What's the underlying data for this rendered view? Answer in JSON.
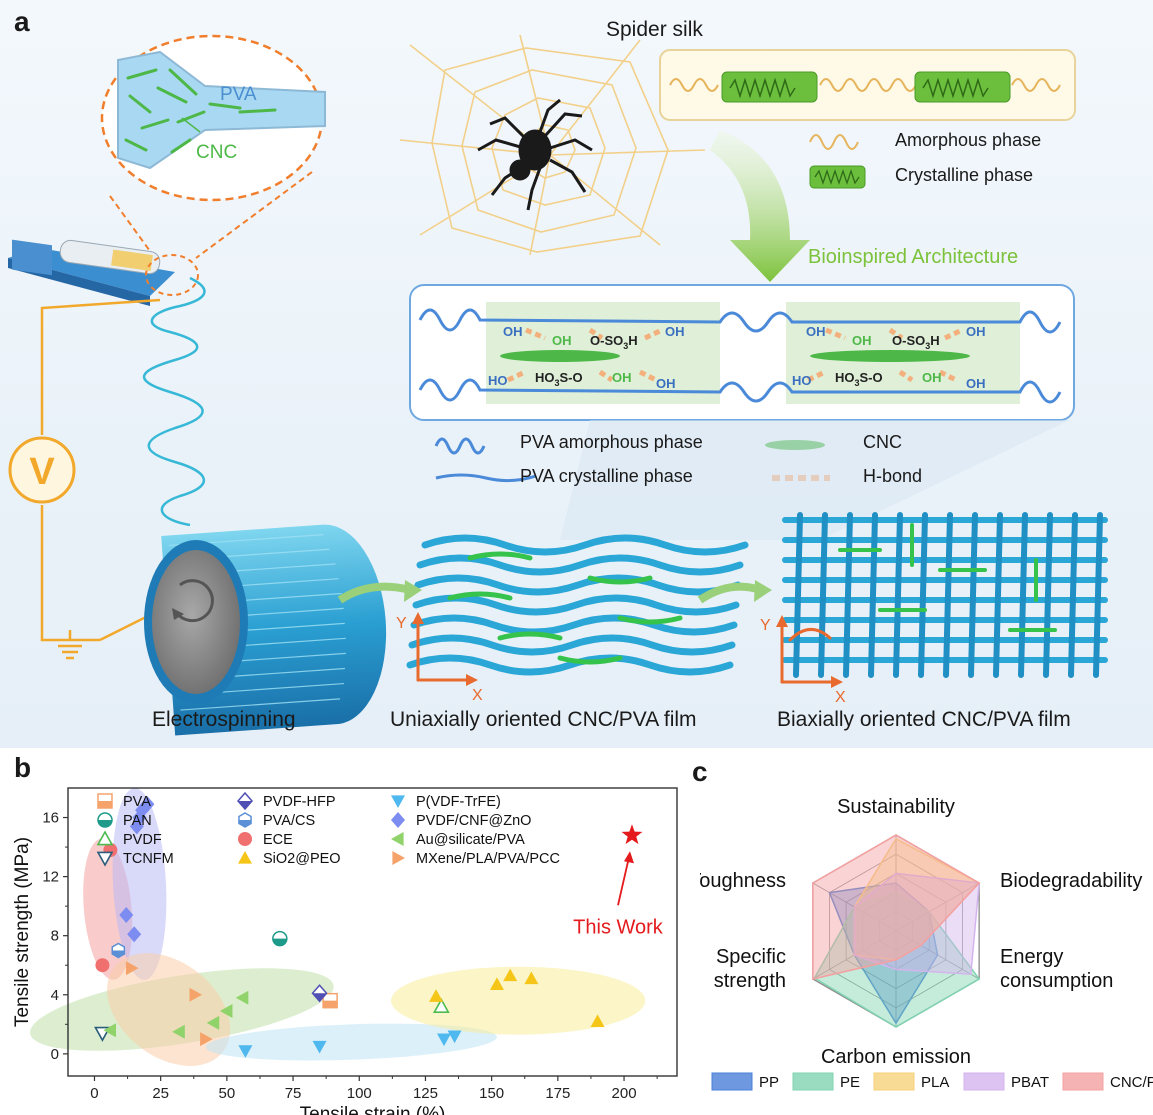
{
  "panel_a": {
    "label": "a",
    "spider_silk_title": "Spider silk",
    "legend_amorphous": "Amorphous phase",
    "legend_crystalline": "Crystalline phase",
    "bioinspired": "Bioinspired Architecture",
    "zoom_pva": "PVA",
    "zoom_cnc": "CNC",
    "voltage_symbol": "V",
    "chem": {
      "oh": "OH",
      "ho": "HO",
      "so3h_prefix": "O-SO",
      "so3h_sub": "3",
      "so3h_suffix": "H",
      "ho3s_prefix": "HO",
      "ho3s_sub": "3",
      "ho3s_suffix": "S-O"
    },
    "struct_legend": {
      "pva_amorphous": "PVA amorphous phase",
      "pva_crystalline": "PVA crystalline phase",
      "cnc": "CNC",
      "hbond": "H-bond"
    },
    "axis_y": "Y",
    "axis_x": "X",
    "captions": {
      "electrospinning": "Electrospinning",
      "uniaxial": "Uniaxially oriented CNC/PVA film",
      "biaxial": "Biaxially oriented CNC/PVA film"
    }
  },
  "chart_data": [
    {
      "type": "scatter",
      "label": "b",
      "xlabel": "Tensile strain (%)",
      "ylabel": "Tensile strength (MPa)",
      "xlim": [
        -10,
        220
      ],
      "ylim": [
        -1.5,
        18
      ],
      "xticks": [
        0,
        25,
        50,
        75,
        100,
        125,
        150,
        175,
        200
      ],
      "yticks": [
        0,
        4,
        8,
        12,
        16
      ],
      "annotation": "This Work",
      "this_work": {
        "x": 203,
        "y": 14.8,
        "color": "#e41a1c"
      },
      "series": [
        {
          "name": "PVA",
          "marker": "square-half",
          "color": "#f5a36b",
          "points": [
            [
              89,
              3.6
            ]
          ]
        },
        {
          "name": "PAN",
          "marker": "circle-half",
          "color": "#1e9a8a",
          "points": [
            [
              70,
              7.8
            ]
          ]
        },
        {
          "name": "PVDF",
          "marker": "triangle-open",
          "color": "#4cbb50",
          "points": [
            [
              131,
              3.2
            ]
          ]
        },
        {
          "name": "TCNFM",
          "marker": "triangle-down-open",
          "color": "#2a5d7a",
          "points": [
            [
              3,
              1.4
            ]
          ]
        },
        {
          "name": "PVDF-HFP",
          "marker": "diamond-half",
          "color": "#4f4fb4",
          "points": [
            [
              85,
              4.1
            ]
          ]
        },
        {
          "name": "PVA/CS",
          "marker": "hexagon-half",
          "color": "#5b8fd6",
          "points": [
            [
              9,
              7.0
            ]
          ]
        },
        {
          "name": "ECE",
          "marker": "circle",
          "color": "#f07070",
          "points": [
            [
              3,
              6.0
            ],
            [
              6,
              13.8
            ]
          ]
        },
        {
          "name": "SiO2@PEO",
          "marker": "triangle",
          "color": "#f5c518",
          "points": [
            [
              129,
              3.9
            ],
            [
              152,
              4.7
            ],
            [
              157,
              5.3
            ],
            [
              165,
              5.1
            ],
            [
              190,
              2.2
            ]
          ]
        },
        {
          "name": "P(VDF-TrFE)",
          "marker": "triangle-down",
          "color": "#4fb8ef",
          "points": [
            [
              57,
              0.2
            ],
            [
              85,
              0.5
            ],
            [
              132,
              1.0
            ],
            [
              136,
              1.2
            ]
          ]
        },
        {
          "name": "PVDF/CNF@ZnO",
          "marker": "diamond",
          "color": "#7d8cf0",
          "points": [
            [
              12,
              9.4
            ],
            [
              15,
              8.1
            ],
            [
              16,
              15.4
            ],
            [
              17,
              16.0
            ],
            [
              18,
              16.5
            ],
            [
              20,
              16.9
            ]
          ]
        },
        {
          "name": "Au@silicate/PVA",
          "marker": "triangle-left",
          "color": "#8fd36a",
          "points": [
            [
              6,
              1.6
            ],
            [
              32,
              1.5
            ],
            [
              45,
              2.1
            ],
            [
              50,
              2.9
            ],
            [
              56,
              3.8
            ]
          ]
        },
        {
          "name": "MXene/PLA/PVA/PCC",
          "marker": "triangle-right",
          "color": "#f5a36b",
          "points": [
            [
              14,
              5.8
            ],
            [
              38,
              4.0
            ],
            [
              42,
              1.0
            ]
          ]
        }
      ]
    },
    {
      "type": "radar",
      "label": "c",
      "axes": [
        "Sustainability",
        "Biodegradability",
        "Energy consumption",
        "Carbon emission",
        "Specific strength",
        "Toughness"
      ],
      "axis_label_lines": [
        [
          "Sustainability"
        ],
        [
          "Biodegradability"
        ],
        [
          "Energy",
          "consumption"
        ],
        [
          "Carbon emission"
        ],
        [
          "Specific",
          "strength"
        ],
        [
          "Toughness"
        ]
      ],
      "max": 5,
      "series": [
        {
          "name": "PP",
          "color": "#4a7fd8",
          "values": [
            2.5,
            2.0,
            2.5,
            4.8,
            2.5,
            4.0
          ]
        },
        {
          "name": "PE",
          "color": "#7fd3b0",
          "values": [
            2.0,
            2.0,
            5.0,
            5.0,
            4.9,
            2.5
          ]
        },
        {
          "name": "PLA",
          "color": "#f6d27a",
          "values": [
            4.8,
            5.0,
            1.5,
            1.5,
            2.5,
            2.5
          ]
        },
        {
          "name": "PBAT",
          "color": "#d4b4ee",
          "values": [
            3.0,
            5.0,
            4.5,
            2.0,
            2.5,
            2.5
          ]
        },
        {
          "name": "CNC/PVA",
          "color": "#f4a0a0",
          "values": [
            5.0,
            5.0,
            1.5,
            1.5,
            5.0,
            5.0
          ]
        }
      ]
    }
  ]
}
